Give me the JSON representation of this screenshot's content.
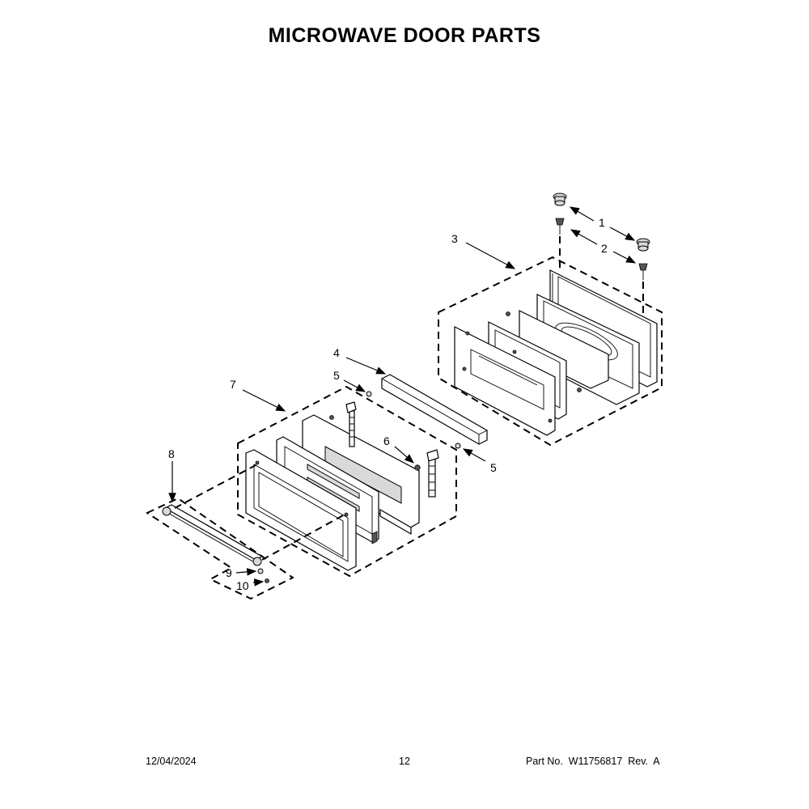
{
  "title": "MICROWAVE DOOR PARTS",
  "callouts": {
    "c1": "1",
    "c2": "2",
    "c3": "3",
    "c4": "4",
    "c5a": "5",
    "c5b": "5",
    "c6": "6",
    "c7": "7",
    "c8": "8",
    "c9": "9",
    "c10": "10"
  },
  "footer": {
    "date": "12/04/2024",
    "page": "12",
    "part": "Part No.  W11756817  Rev.  A"
  }
}
